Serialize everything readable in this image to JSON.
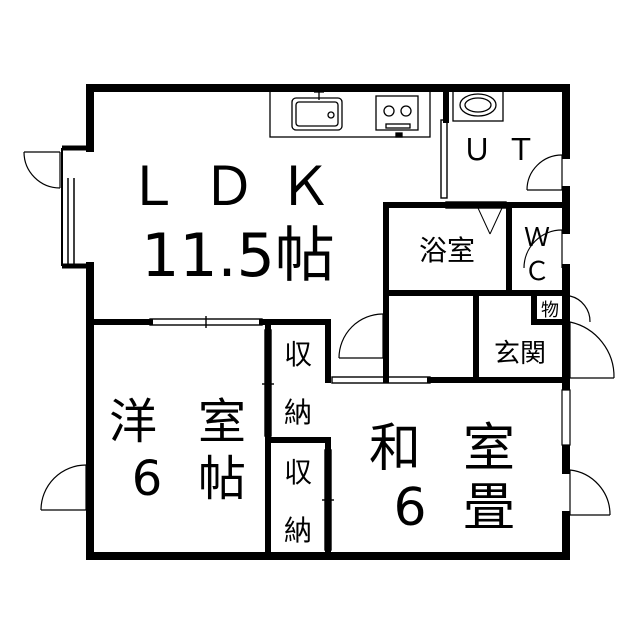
{
  "rooms": {
    "ldk": {
      "name": "ＬＤＫ",
      "size": "11.5帖"
    },
    "ut": {
      "name": "ＵＴ"
    },
    "bath": {
      "name": "浴室"
    },
    "wc": {
      "line1": "Ｗ",
      "line2": "Ｃ"
    },
    "storage_small": {
      "name": "物"
    },
    "entrance": {
      "name": "玄関"
    },
    "closet_upper": {
      "line1": "収",
      "line2": "納"
    },
    "closet_lower": {
      "line1": "収",
      "line2": "納"
    },
    "western": {
      "name_left": "洋",
      "name_right": "室",
      "size_left": "6",
      "size_right": "帖"
    },
    "japanese": {
      "name_left": "和",
      "name_right": "室",
      "size_left": "6",
      "size_right": "畳"
    }
  },
  "colors": {
    "wall": "#000000",
    "background": "#ffffff"
  },
  "icons": [
    "kitchen-sink-icon",
    "gas-stove-icon",
    "washbasin-icon",
    "door-swing-icon",
    "window-icon"
  ]
}
